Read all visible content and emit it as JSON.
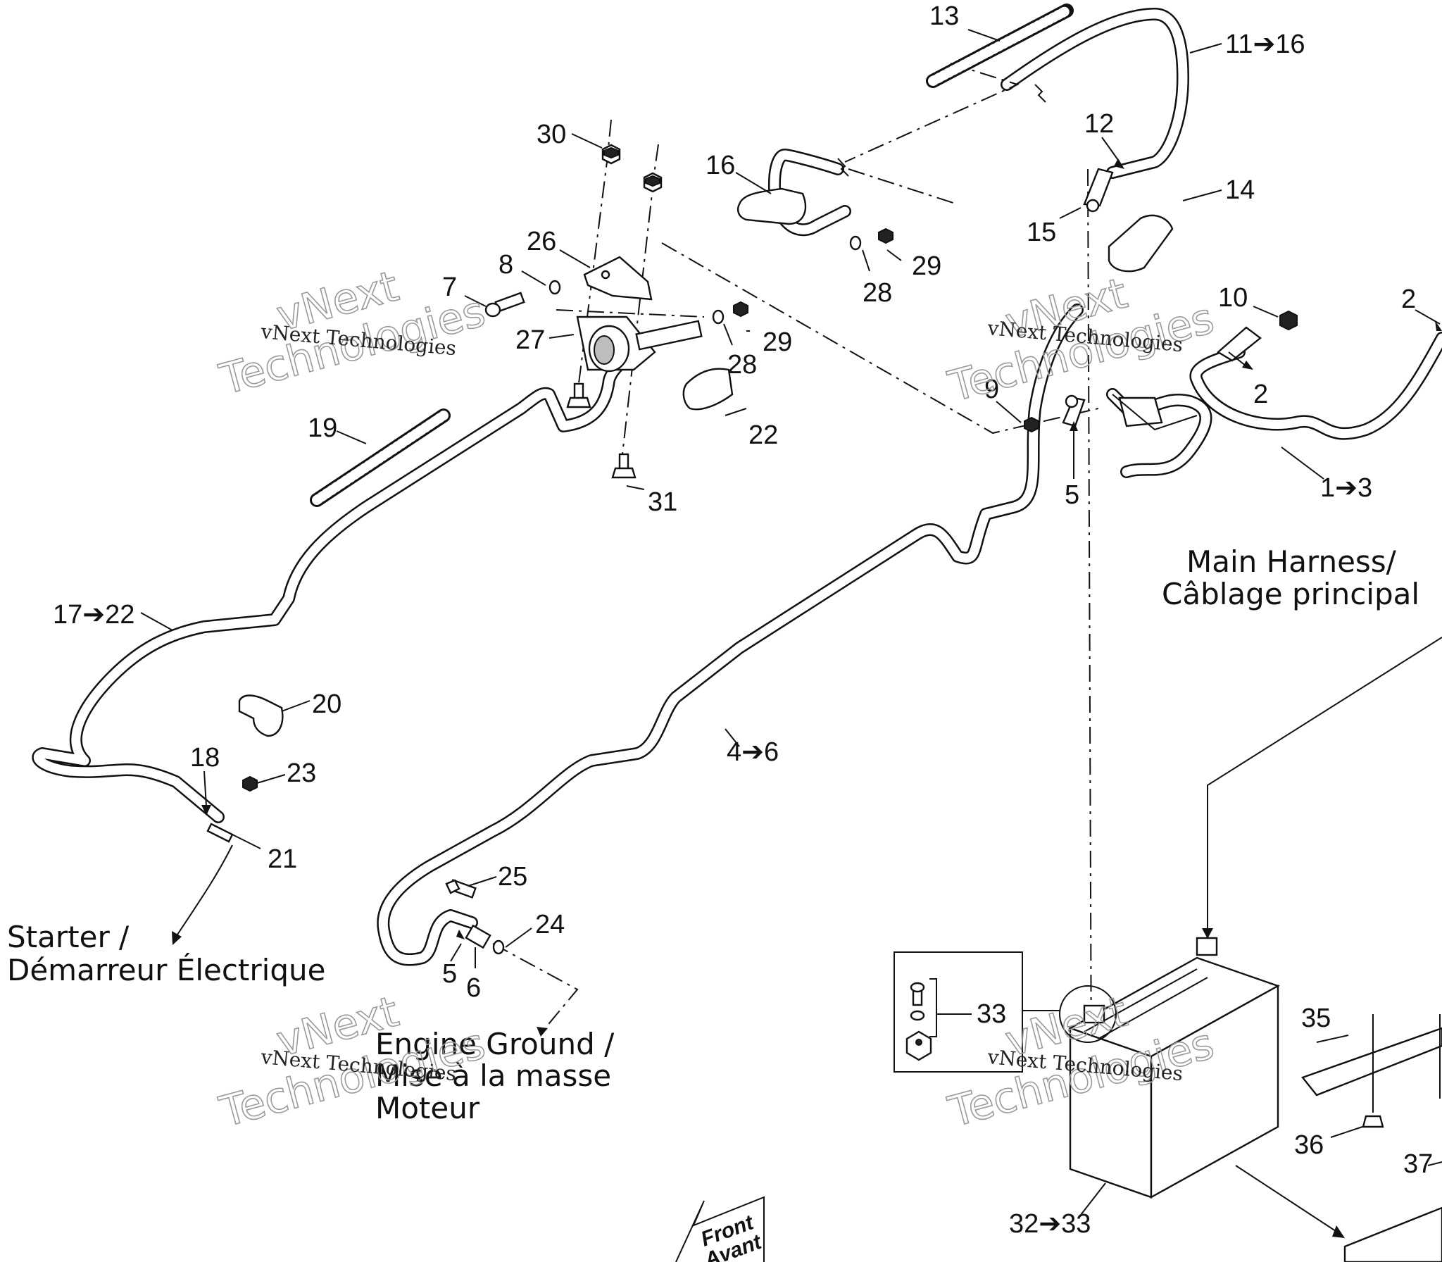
{
  "callouts": {
    "c13": "13",
    "c11_16": "11➔16",
    "c12": "12",
    "c30": "30",
    "c16": "16",
    "c14": "14",
    "c15": "15",
    "c26": "26",
    "c8": "8",
    "c29a": "29",
    "c28a": "28",
    "c7": "7",
    "c10": "10",
    "c2a": "2",
    "c27": "27",
    "c28b": "28",
    "c29b": "29",
    "c2b": "2",
    "c9": "9",
    "c19": "19",
    "c22": "22",
    "c5a": "5",
    "c1_3": "1➔3",
    "c31": "31",
    "c17_22": "17➔22",
    "c20": "20",
    "c18": "18",
    "c23": "23",
    "c4_6": "4➔6",
    "c21": "21",
    "c25": "25",
    "c24": "24",
    "c5b": "5",
    "c6": "6",
    "c33": "33",
    "c35": "35",
    "c36": "36",
    "c37": "37",
    "c32_33": "32➔33"
  },
  "labels": {
    "main_harness_line1": "Main Harness/",
    "main_harness_line2": "Câblage principal",
    "starter_line1": "Starter /",
    "starter_line2": "Démarreur Électrique",
    "engine_ground_line1": "Engine Ground /",
    "engine_ground_line2": "Mise à la masse",
    "engine_ground_line3": "Moteur",
    "front_line1": "Front",
    "front_line2": "Avant"
  },
  "watermark": {
    "small": "vNext Technologies",
    "big_line1": "vNext",
    "big_line2": "Technologies"
  }
}
